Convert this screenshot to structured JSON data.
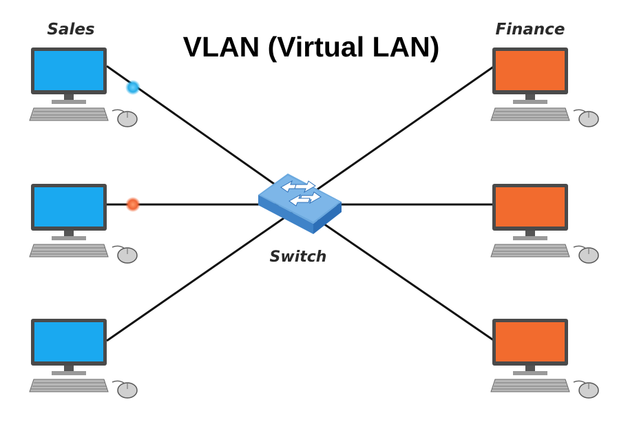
{
  "diagram": {
    "title": "VLAN (Virtual LAN)",
    "groups": {
      "left_label": "Sales",
      "right_label": "Finance",
      "switch_label": "Switch"
    },
    "colors": {
      "sales_screen": "#1aa9f0",
      "finance_screen": "#f26b2e",
      "link_line": "#111111",
      "sales_port_dot": "#2aaee8",
      "finance_port_dot": "#f06535",
      "switch_top": "#6ba9df",
      "switch_side": "#2d6fb7"
    },
    "nodes": [
      {
        "id": "sales-pc-1",
        "group": "Sales"
      },
      {
        "id": "sales-pc-2",
        "group": "Sales"
      },
      {
        "id": "sales-pc-3",
        "group": "Sales"
      },
      {
        "id": "finance-pc-1",
        "group": "Finance"
      },
      {
        "id": "finance-pc-2",
        "group": "Finance"
      },
      {
        "id": "finance-pc-3",
        "group": "Finance"
      }
    ]
  }
}
